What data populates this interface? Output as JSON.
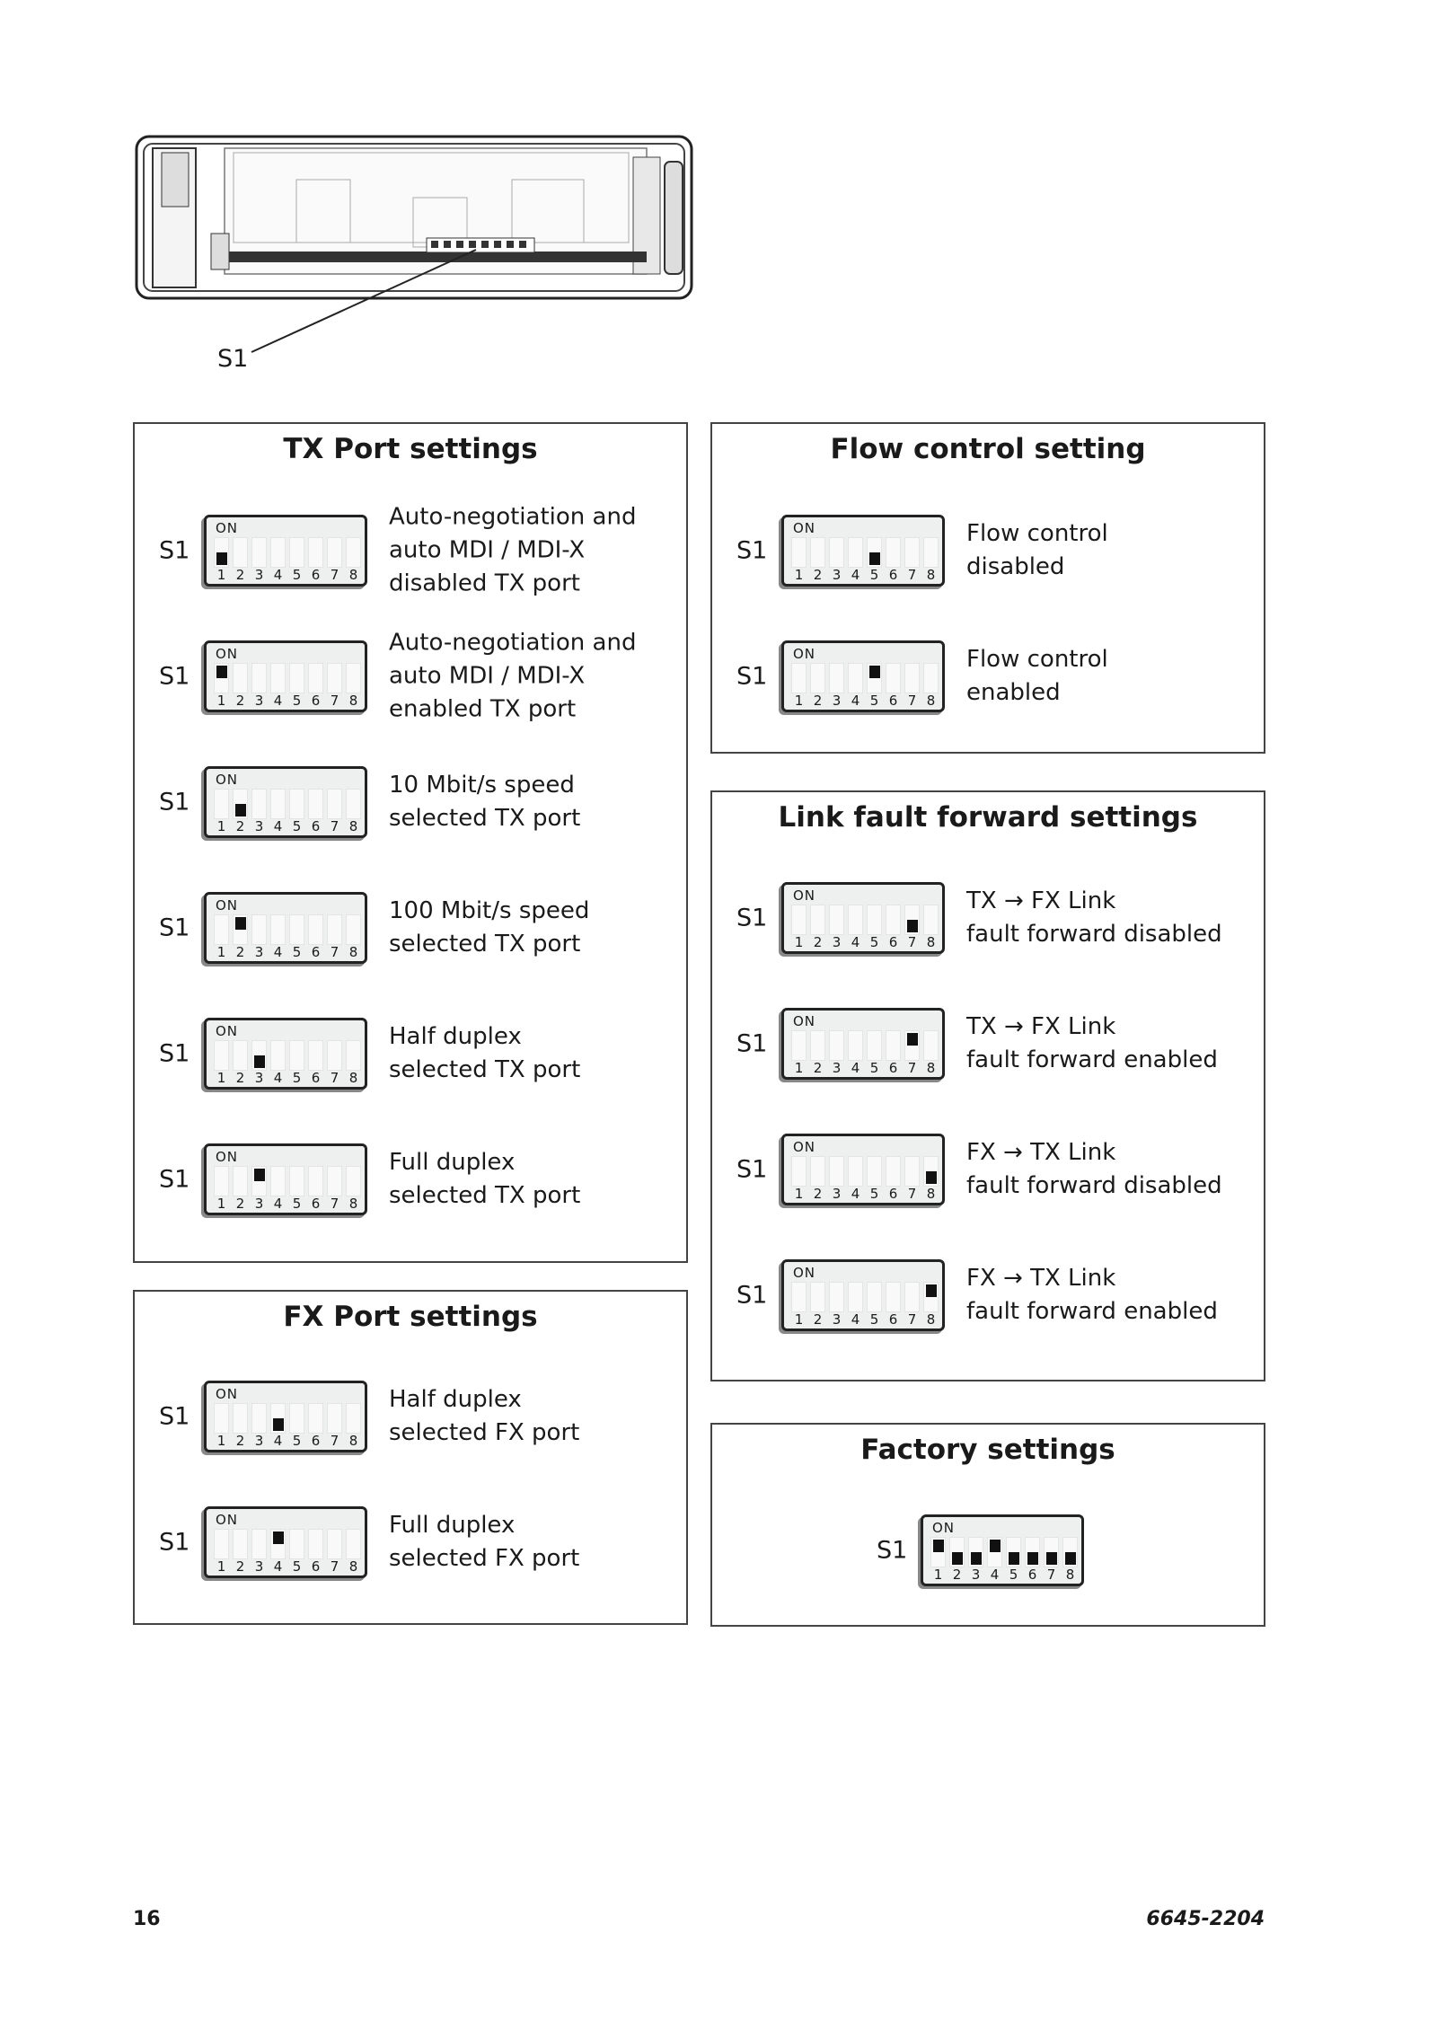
{
  "illustration": {
    "callout_label": "S1"
  },
  "tx_port": {
    "title": "TX Port settings",
    "rows": [
      {
        "label": "S1",
        "switches": [
          "off",
          null,
          null,
          null,
          null,
          null,
          null,
          null
        ],
        "text": "Auto-negotiation and\nauto MDI / MDI-X\ndisabled TX port"
      },
      {
        "label": "S1",
        "switches": [
          "on",
          null,
          null,
          null,
          null,
          null,
          null,
          null
        ],
        "text": "Auto-negotiation and\nauto MDI / MDI-X\nenabled TX port"
      },
      {
        "label": "S1",
        "switches": [
          null,
          "off",
          null,
          null,
          null,
          null,
          null,
          null
        ],
        "text": "10 Mbit/s speed\nselected TX port"
      },
      {
        "label": "S1",
        "switches": [
          null,
          "on",
          null,
          null,
          null,
          null,
          null,
          null
        ],
        "text": "100 Mbit/s speed\nselected TX port"
      },
      {
        "label": "S1",
        "switches": [
          null,
          null,
          "off",
          null,
          null,
          null,
          null,
          null
        ],
        "text": "Half duplex\nselected TX port"
      },
      {
        "label": "S1",
        "switches": [
          null,
          null,
          "on",
          null,
          null,
          null,
          null,
          null
        ],
        "text": "Full duplex\nselected TX port"
      }
    ]
  },
  "fx_port": {
    "title": "FX Port settings",
    "rows": [
      {
        "label": "S1",
        "switches": [
          null,
          null,
          null,
          "off",
          null,
          null,
          null,
          null
        ],
        "text": "Half duplex\nselected FX port"
      },
      {
        "label": "S1",
        "switches": [
          null,
          null,
          null,
          "on",
          null,
          null,
          null,
          null
        ],
        "text": "Full duplex\nselected FX port"
      }
    ]
  },
  "flow_control": {
    "title": "Flow control setting",
    "rows": [
      {
        "label": "S1",
        "switches": [
          null,
          null,
          null,
          null,
          "off",
          null,
          null,
          null
        ],
        "text": "Flow control\ndisabled"
      },
      {
        "label": "S1",
        "switches": [
          null,
          null,
          null,
          null,
          "on",
          null,
          null,
          null
        ],
        "text": "Flow control\nenabled"
      }
    ]
  },
  "link_fault": {
    "title": "Link fault forward settings",
    "rows": [
      {
        "label": "S1",
        "switches": [
          null,
          null,
          null,
          null,
          null,
          null,
          "off",
          null
        ],
        "text": "TX → FX Link\nfault forward disabled"
      },
      {
        "label": "S1",
        "switches": [
          null,
          null,
          null,
          null,
          null,
          null,
          "on",
          null
        ],
        "text": "TX → FX Link\nfault forward enabled"
      },
      {
        "label": "S1",
        "switches": [
          null,
          null,
          null,
          null,
          null,
          null,
          null,
          "off"
        ],
        "text": "FX → TX Link\nfault forward disabled"
      },
      {
        "label": "S1",
        "switches": [
          null,
          null,
          null,
          null,
          null,
          null,
          null,
          "on"
        ],
        "text": "FX → TX Link\nfault forward enabled"
      }
    ]
  },
  "factory": {
    "title": "Factory settings",
    "label": "S1",
    "switches": [
      "on",
      "off",
      "off",
      "on",
      "off",
      "off",
      "off",
      "off"
    ]
  },
  "dip_labels": {
    "on": "ON",
    "numbers": [
      "1",
      "2",
      "3",
      "4",
      "5",
      "6",
      "7",
      "8"
    ]
  },
  "footer": {
    "page_number": "16",
    "doc_number": "6645-2204"
  }
}
